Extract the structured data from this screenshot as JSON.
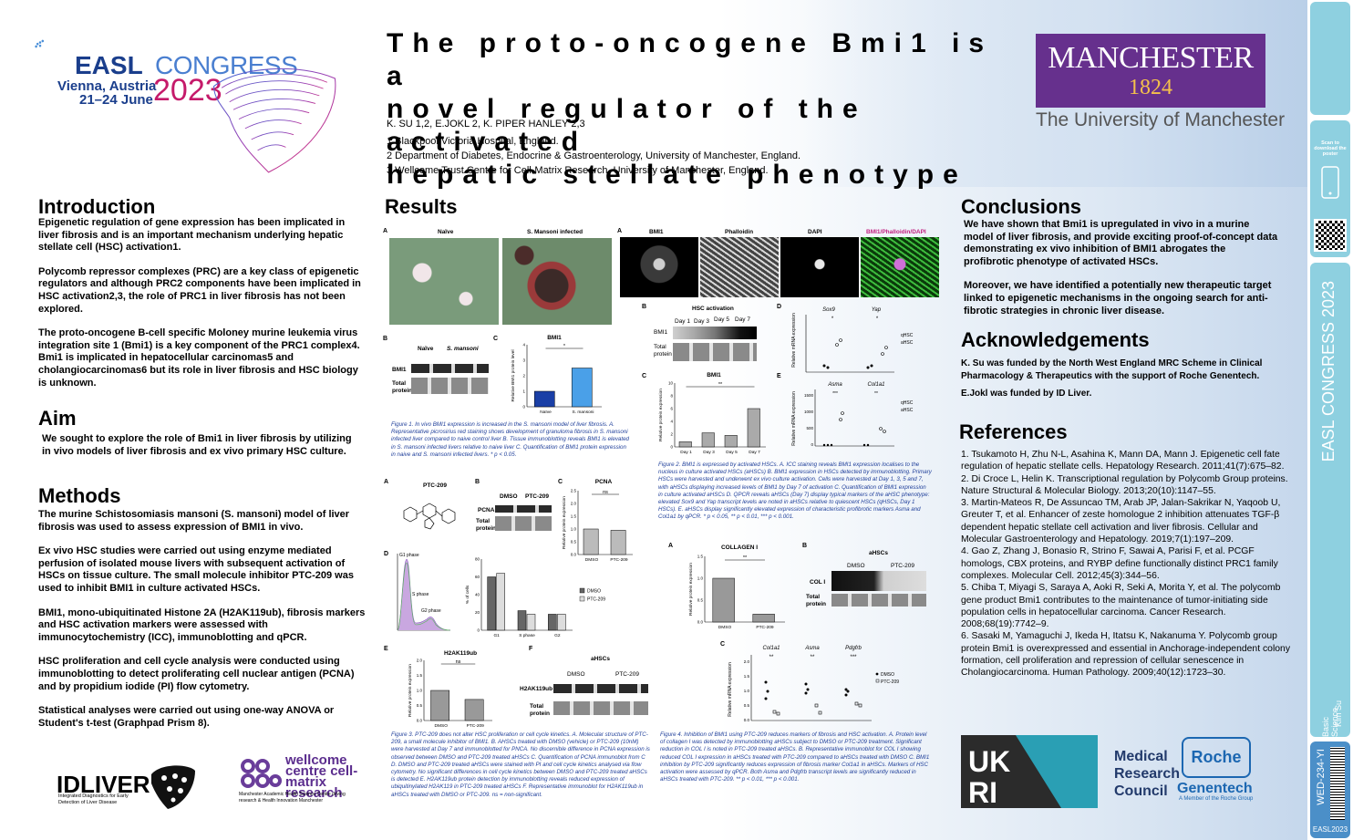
{
  "header": {
    "easl": "EASL",
    "congress": "CONGRESS",
    "location": "Vienna, Austria",
    "dates": "21–24 June",
    "year": "2023",
    "title_lines": [
      "The proto-oncogene Bmi1 is a",
      "novel regulator of the activated",
      "hepatic stellate phenotype"
    ],
    "authors": "K. SU 1,2, E.JOKL 2, K. PIPER HANLEY 2,3",
    "affiliations": [
      "1 Blackpool Victoria Hospital, England.",
      "2 Department of Diabetes, Endocrine & Gastroenterology, University of Manchester, England.",
      "3 Wellcome Trust Centre for Cell-Matrix Research, University of Manchester, England."
    ],
    "manchester": "MANCHESTER",
    "manchester_year": "1824",
    "manchester_sub": "The University of Manchester"
  },
  "introduction": {
    "heading": "Introduction",
    "paragraphs": [
      "Epigenetic regulation of gene expression has been implicated in liver fibrosis and is an important mechanism underlying hepatic stellate cell (HSC) activation1.",
      "Polycomb repressor complexes (PRC) are a key class of epigenetic regulators and although PRC2 components have been implicated in HSC activation2,3, the role of PRC1 in liver fibrosis has not been explored.",
      "The proto-oncogene B-cell specific Moloney murine leukemia virus integration site 1 (Bmi1) is a key component of the PRC1 complex4. Bmi1 is implicated in hepatocellular carcinomas5 and cholangiocarcinomas6 but its role in liver fibrosis and HSC biology is unknown."
    ]
  },
  "aim": {
    "heading": "Aim",
    "text": "We sought to explore the role of Bmi1 in liver fibrosis by utilizing in vivo models of liver fibrosis and ex vivo primary HSC culture."
  },
  "methods": {
    "heading": "Methods",
    "paragraphs": [
      "The murine Schistosomiasis mansoni (S. mansoni) model of liver fibrosis was used to assess expression of BMI1 in vivo.",
      "Ex vivo HSC studies were carried out using enzyme mediated perfusion of isolated mouse livers with subsequent activation of HSCs on tissue culture. The small molecule inhibitor PTC-209 was used to inhibit BMI1 in culture activated HSCs.",
      "BMI1, mono-ubiquitinated Histone 2A (H2AK119ub), fibrosis markers and HSC activation markers were assessed with immunocytochemistry (ICC), immunoblotting and qPCR.",
      "HSC proliferation and cell cycle analysis were conducted using immunoblotting to detect proliferating cell nuclear antigen (PCNA) and by propidium iodide (PI) flow cytometry.",
      "Statistical analyses were carried out using one-way ANOVA or Student's t-test (Graphpad Prism 8)."
    ]
  },
  "results": {
    "heading": "Results",
    "fig1": {
      "label_naive": "Naïve",
      "label_mansoni": "S. Mansoni infected",
      "blot_naive": "Naïve",
      "blot_mansoni": "S. mansoni",
      "blot_row1": "BMI1",
      "blot_row2": "Total protein",
      "chart_title": "BMI1",
      "chart_ylabel": "Relative BMI1 protein level",
      "chart_cats": [
        "Naïve",
        "S. mansoni"
      ],
      "sig": "*",
      "caption": "Figure 1. In vivo BMI1 expression is increased in the S. mansoni model of liver fibrosis. A. Representative picrosirius red staining shows development of granuloma fibrosis in S. mansoni infected liver compared to naive control liver B. Tissue immunoblotting reveals BMI1 is elevated in S. mansoni infected livers relative to naive liver C. Quantification of BMI1 protein expression in naive and S. mansoni infected livers. * p < 0.05."
    },
    "fig2": {
      "channels": [
        "BMI1",
        "Phalloidin",
        "DAPI",
        "BMI1/Phalloidin/DAPI"
      ],
      "blot_title": "HSC activation",
      "days": [
        "Day 1",
        "Day 3",
        "Day 5",
        "Day 7"
      ],
      "blot_row1": "BMI1",
      "blot_row2": "Total protein",
      "chart_c_title": "BMI1",
      "chart_c_ylabel": "Relative protein expression",
      "genes_d": [
        "Sox9",
        "Yap"
      ],
      "genes_e": [
        "Asma",
        "Col1a1"
      ],
      "legend": [
        "qHSC",
        "aHSC"
      ],
      "ylabel_de": "Relative mRNA expression",
      "caption": "Figure 2. BMI1 is expressed by activated HSCs. A. ICC staining reveals BMI1 expression localises to the nucleus in culture activated HSCs (aHSCs) B. BMI1 expression in HSCs detected by immunoblotting. Primary HSCs were harvested and underwent ex vivo culture activation. Cells were harvested at Day 1, 3, 5 and 7, with aHSCs displaying increased levels of BMI1 by Day 7 of activation C. Quantification of BMI1 expression in culture activated aHSCs D. QPCR reveals aHSCs (Day 7) display typical markers of the aHSC phenotype: elevated Sox9 and Yap transcript levels are noted in aHSCs relative to quiescent HSCs (qHSCs, Day 1 HSCs). E. aHSCs display significantly elevated expression of characteristic profibrotic markers Asma and Col1a1 by qPCR. * p < 0.05, ** p < 0.01, *** p < 0.001."
    },
    "fig3": {
      "ptc_title": "PTC-209",
      "pcna_title": "PCNA",
      "groups": [
        "DMSO",
        "PTC-209"
      ],
      "pcna_rows": [
        "PCNA",
        "Total protein"
      ],
      "phases": [
        "G1",
        "S phase",
        "G2"
      ],
      "g1": "G1 phase",
      "sphase": "S phase",
      "g2": "G2 phase",
      "cc_ylabel": "% of cells",
      "ns": "ns",
      "h2ak_title": "H2AK119ub",
      "ahscs": "aHSCs",
      "h2ak_rows": [
        "H2AK119ub",
        "Total protein"
      ],
      "ylabel": "Relative protein expression",
      "caption": "Figure 3. PTC-209 does not alter HSC proliferation or cell cycle kinetics. A. Molecular structure of PTC-209, a small molecule inhibitor of BMI1. B. AHSCs treated with DMSO (vehicle) or PTC-209 (10nM) were harvested at Day 7 and immunoblotted for PNCA. No discernible difference in PCNA expression is observed between DMSO and PTC-209 treated aHSCs C. Quantification of PCNA immunoblot from C D. DMSO and PTC-209 treated aHSCs were stained with PI and cell cycle kinetics analysed via flow cytometry. No significant differences in cell cycle kinetics between DMSO and PTC-209 treated aHSCs is detected E. H2AK119ub protein detection by immunoblotting reveals reduced expression of ubiquitinylated H2AK119 in PTC-209 treated aHSCs F. Representative immunoblot for H2AK119ub in aHSCs treated with DMSO or PTC-209. ns = non-significant."
    },
    "fig4": {
      "col_title": "COLLAGEN I",
      "groups": [
        "DMSO",
        "PTC-209"
      ],
      "ahscs": "aHSCs",
      "rows": [
        "COL I",
        "Total protein"
      ],
      "genes": [
        "Col1a1",
        "Asma",
        "Pdgfrb"
      ],
      "ylabel": "Relative protein expression",
      "ylabel_c": "Relative mRNA expression",
      "caption": "Figure 4. Inhibition of BMI1 using PTC-209 reduces markers of fibrosis and HSC activation. A. Protein level of collagen I was detected by immunoblotting aHSCs subject to DMSO or PTC-209 treatment. Significant reduction in COL I is noted in PTC-209 treated aHSCs. B. Representative immunoblot for COL I showing reduced COL I expression in aHSCs treated with PTC-209 compared to aHSCs treated with DMSO C. BMI1 inhibition by PTC-209 significantly reduces expression of fibrosis marker Col1a1 in aHSCs. Markers of HSC activation were assessed by qPCR. Both Asma and Pdgfrb transcript levels are significantly reduced in aHSCs treated with PTC-209. ** p < 0.01, *** p < 0.001."
    }
  },
  "chart_data": [
    {
      "type": "bar",
      "title": "BMI1",
      "categories": [
        "Naïve",
        "S. mansoni"
      ],
      "values": [
        1.0,
        2.5
      ],
      "ylabel": "Relative BMI1 protein level",
      "ylim": [
        0,
        4
      ]
    },
    {
      "type": "bar",
      "title": "BMI1",
      "categories": [
        "Day 1",
        "Day 3",
        "Day 5",
        "Day 7"
      ],
      "values": [
        0.8,
        2.2,
        1.8,
        6.0
      ],
      "ylabel": "Relative protein expression",
      "ylim": [
        0,
        10
      ]
    },
    {
      "type": "bar",
      "title": "PCNA",
      "categories": [
        "DMSO",
        "PTC-209"
      ],
      "values": [
        1.0,
        0.95
      ],
      "ylabel": "Relative protein expression",
      "ylim": [
        0,
        2.5
      ]
    },
    {
      "type": "bar",
      "title": "",
      "categories": [
        "G1",
        "S phase",
        "G2"
      ],
      "series": [
        {
          "name": "DMSO",
          "values": [
            60,
            22,
            18
          ]
        },
        {
          "name": "PTC-209",
          "values": [
            64,
            18,
            18
          ]
        }
      ],
      "ylabel": "% of cells",
      "ylim": [
        0,
        80
      ]
    },
    {
      "type": "bar",
      "title": "H2AK119ub",
      "categories": [
        "DMSO",
        "PTC-209"
      ],
      "values": [
        1.0,
        0.7
      ],
      "ylabel": "Relative protein expression",
      "ylim": [
        0,
        2.0
      ]
    },
    {
      "type": "bar",
      "title": "COLLAGEN I",
      "categories": [
        "DMSO",
        "PTC-209"
      ],
      "values": [
        1.0,
        0.18
      ],
      "ylabel": "Relative protein expression",
      "ylim": [
        0,
        1.5
      ]
    }
  ],
  "conclusions": {
    "heading": "Conclusions",
    "paragraphs": [
      "We have shown that Bmi1 is upregulated in vivo in a murine model of liver fibrosis, and provide exciting proof-of-concept data demonstrating ex vivo inhibition of BMI1 abrogates the profibrotic phenotype of activated HSCs.",
      "Moreover, we have identified a potentially new therapeutic target linked to epigenetic mechanisms in the ongoing search for anti-fibrotic strategies in chronic liver disease."
    ]
  },
  "acknowledgements": {
    "heading": "Acknowledgements",
    "paragraphs": [
      "K. Su was funded by the North West England MRC Scheme in Clinical Pharmacology & Therapeutics with the support of Roche Genentech.",
      "E.Jokl was funded by ID Liver."
    ]
  },
  "references": {
    "heading": "References",
    "items": [
      "1. Tsukamoto H, Zhu N-L, Asahina K, Mann DA, Mann J. Epigenetic cell fate regulation of hepatic stellate cells. Hepatology Research. 2011;41(7):675–82.",
      "2. Di Croce L, Helin K. Transcriptional regulation by Polycomb Group proteins. Nature Structural & Molecular Biology. 2013;20(10):1147–55.",
      "3. Martin-Mateos R, De Assuncao TM, Arab JP, Jalan-Sakrikar N, Yaqoob U, Greuter T, et al. Enhancer of zeste homologue 2 inhibition attenuates TGF-β dependent hepatic stellate cell activation and liver fibrosis. Cellular and Molecular Gastroenterology and Hepatology. 2019;7(1):197–209.",
      "4. Gao Z, Zhang J, Bonasio R, Strino F, Sawai A, Parisi F, et al. PCGF homologs, CBX proteins, and RYBP define functionally distinct PRC1 family complexes. Molecular Cell. 2012;45(3):344–56.",
      "5. Chiba T, Miyagi S, Saraya A, Aoki R, Seki A, Morita Y, et al. The polycomb gene product Bmi1 contributes to the maintenance of tumor-initiating side population cells in hepatocellular carcinoma. Cancer Research. 2008;68(19):7742–9.",
      "6. Sasaki M, Yamaguchi J, Ikeda H, Itatsu K, Nakanuma Y. Polycomb group protein Bmi1 is overexpressed and essential in Anchorage-independent colony formation, cell proliferation and repression of cellular senescence in Cholangiocarcinoma. Human Pathology. 2009;40(12):1723–30."
    ]
  },
  "logos": {
    "idliver": "IDLIVER",
    "idliver_sub": "Integrated Diagnostics for Early Detection of Liver Disease",
    "wellcome": "wellcome centre cell-matrix research",
    "wellcome_sub": "Manchester Academic Health Science Centre driving research & Health Innovation Manchester",
    "mrc": "Medical Research Council",
    "roche": "Roche",
    "genentech": "Genentech",
    "genentech_sub": "A Member of the Roche Group"
  },
  "strip": {
    "scan": "Scan to download the poster",
    "congress": "EASL CONGRESS 2023",
    "category": "Basic Science",
    "author": "Kim Su",
    "code": "WED-234-YI",
    "footer": "EASL2023"
  }
}
